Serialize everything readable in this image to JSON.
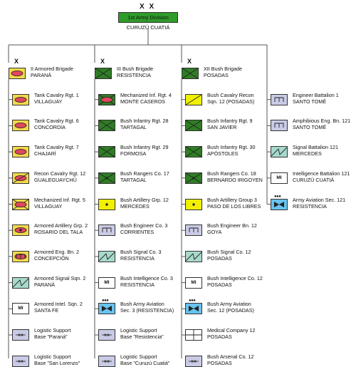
{
  "colors": {
    "armored": "#f3d94a",
    "bush": "#2f7d25",
    "bush_light": "#a9d88a",
    "engineer": "#c9cbe6",
    "aviation": "#68c3ef",
    "artillery": "#f0f000",
    "hq": "#2f9b2a",
    "signal": "#a7d9cc",
    "white": "#ffffff",
    "oval": "#e0475f"
  },
  "division": {
    "echelon": "X X",
    "name": "1st Army Division",
    "location": "CURUZÚ CUATIÁ"
  },
  "brigades": [
    {
      "echelon": "X",
      "name": "II Armored Brigade",
      "location": "PARANÁ",
      "symbol": "armored",
      "units": [
        {
          "line1": "Tank Cavalry Rgt. 1",
          "line2": "VILLAGUAY",
          "symbol": "armored"
        },
        {
          "line1": "Tank Cavalry Rgt. 6",
          "line2": "CONCORDIA",
          "symbol": "armored"
        },
        {
          "line1": "Tank Cavalry Rgt. 7",
          "line2": "CHAJARÍ",
          "symbol": "armored"
        },
        {
          "line1": "Recon Cavalry Rgt. 12",
          "line2": "GUALEGUAYCHÚ",
          "symbol": "armored-recon"
        },
        {
          "line1": "Mechanized Inf. Rgt. 5",
          "line2": "VILLAGUAY",
          "symbol": "mech-armored"
        },
        {
          "line1": "Armored Artillery Grp. 2",
          "line2": "ROSARIO DEL TALA",
          "symbol": "armored-artillery"
        },
        {
          "line1": "Armored Eng. Bn. 2",
          "line2": "CONCEPCIÓN",
          "symbol": "armored-engineer"
        },
        {
          "line1": "Armored Signal Sqn. 2",
          "line2": "PARANÁ",
          "symbol": "signal"
        },
        {
          "line1": "Armored Intel. Sqn. 2",
          "line2": "SANTA FE",
          "symbol": "intel"
        },
        {
          "line1": "Logistic Support",
          "line2": "Base \"Paraná\"",
          "symbol": "logistic"
        },
        {
          "line1": "Logistic Support",
          "line2": "Base \"San Lorenzo\"",
          "symbol": "logistic"
        }
      ]
    },
    {
      "echelon": "X",
      "name": "III Bush Brigade",
      "location": "RESISTENCIA",
      "symbol": "bush",
      "units": [
        {
          "line1": "Mechanized Inf. Rgt. 4",
          "line2": "MONTE CASEROS",
          "symbol": "mech-bush"
        },
        {
          "line1": "Bush Infantry Rgt. 28",
          "line2": "TARTAGAL",
          "symbol": "bush"
        },
        {
          "line1": "Bush Infantry Rgt. 29",
          "line2": "FORMOSA",
          "symbol": "bush"
        },
        {
          "line1": "Bush Rangers Co. 17",
          "line2": "TARTAGAL",
          "symbol": "bush-ranger"
        },
        {
          "line1": "Bush Artillery Grp. 12",
          "line2": "MERCEDES",
          "symbol": "bush-artillery"
        },
        {
          "line1": "Bush Engineer Co. 3",
          "line2": "CORRIENTES",
          "symbol": "bush-engineer"
        },
        {
          "line1": "Bush Signal Co. 3",
          "line2": "RESISTENCIA",
          "symbol": "signal"
        },
        {
          "line1": "Bush Intelligence Co. 3",
          "line2": "RESISTENCIA",
          "symbol": "intel"
        },
        {
          "line1": "Bush Army Aviation",
          "line2": "Sec. 3 (RESISTENCIA)",
          "symbol": "aviation"
        },
        {
          "line1": "Logistic Support",
          "line2": "Base \"Resistencia\"",
          "symbol": "logistic"
        },
        {
          "line1": "Logistic Support",
          "line2": "Base \"Curuzú Cuatiá\"",
          "symbol": "logistic"
        }
      ]
    },
    {
      "echelon": "X",
      "name": "XII Bush Brigade",
      "location": "POSADAS",
      "symbol": "bush",
      "units": [
        {
          "line1": "Bush Cavalry Recon",
          "line2": "Sqn. 12 (POSADAS)",
          "symbol": "recon-plain"
        },
        {
          "line1": "Bush Infantry Rgt. 9",
          "line2": "SAN JAVIER",
          "symbol": "bush"
        },
        {
          "line1": "Bush Infantry Rgt. 30",
          "line2": "APÓSTOLES",
          "symbol": "bush"
        },
        {
          "line1": "Bush Rangers Co. 18",
          "line2": "BERNARDO IRIGOYEN",
          "symbol": "bush-ranger"
        },
        {
          "line1": "Bush Artillery Group 3",
          "line2": "PASO DE LOS LIBRES",
          "symbol": "bush-artillery"
        },
        {
          "line1": "Bush Engineer Bn. 12",
          "line2": "GOYA",
          "symbol": "bush-engineer"
        },
        {
          "line1": "Bush Signal Co. 12",
          "line2": "POSADAS",
          "symbol": "signal"
        },
        {
          "line1": "Bush Intelligence Co. 12",
          "line2": "POSADAS",
          "symbol": "intel"
        },
        {
          "line1": "Bush Army Aviation",
          "line2": "Sec. 12 (POSADAS)",
          "symbol": "aviation"
        },
        {
          "line1": "Medical Company 12",
          "line2": "POSADAS",
          "symbol": "medical"
        },
        {
          "line1": "Bush Arsenal Co. 12",
          "line2": "POSADAS",
          "symbol": "logistic"
        }
      ]
    }
  ],
  "division_units": [
    {
      "line1": "Engineer Battalion 1",
      "line2": "SANTO TOMÉ",
      "symbol": "engineer"
    },
    {
      "line1": "Amphibious Eng. Bn. 121",
      "line2": "SANTO TOMÉ",
      "symbol": "engineer"
    },
    {
      "line1": "Signal Battalion 121",
      "line2": "MERCEDES",
      "symbol": "signal"
    },
    {
      "line1": "Intelligence Battalion 121",
      "line2": "CURUZÚ CUATIÁ",
      "symbol": "intel"
    },
    {
      "line1": "Army Aviation Sec. 121",
      "line2": "RESISTENCIA",
      "symbol": "aviation"
    }
  ],
  "intel_mark": "MI",
  "aviation_dots": "●●●"
}
